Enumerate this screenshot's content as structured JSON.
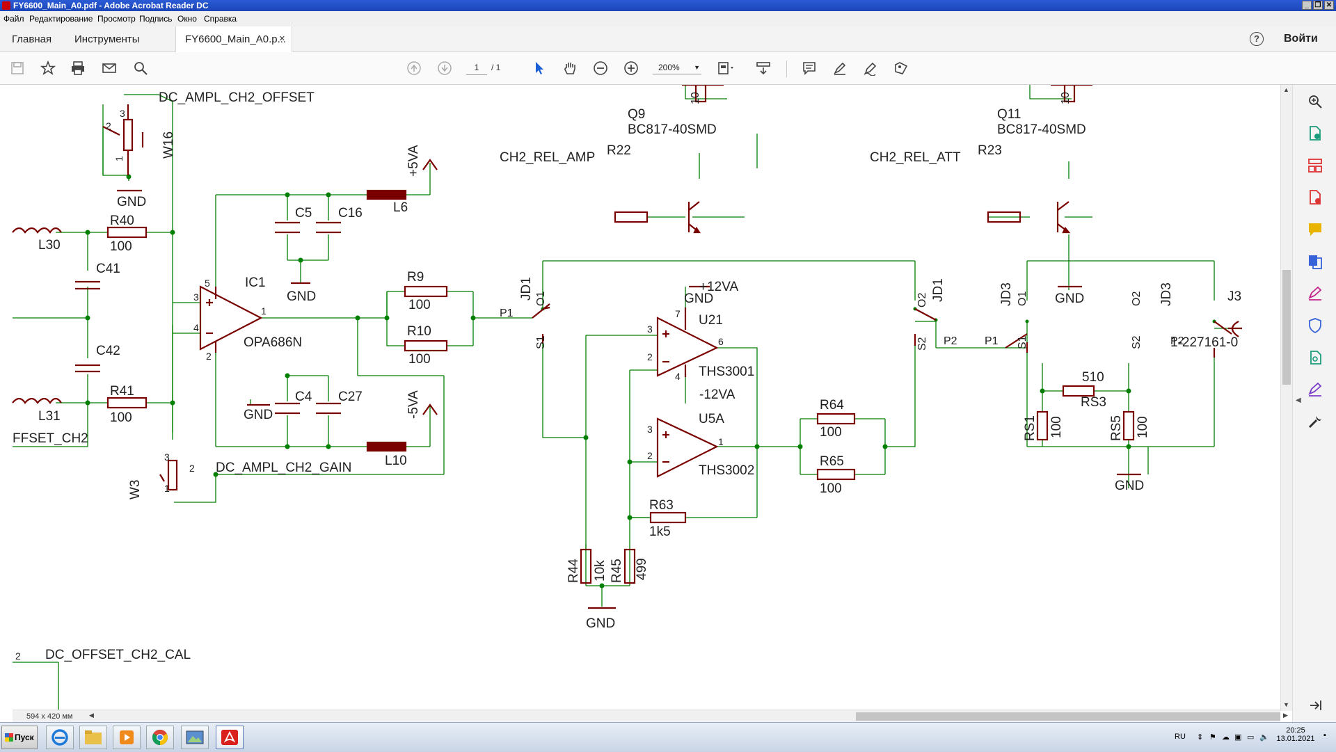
{
  "window": {
    "title": "FY6600_Main_A0.pdf - Adobe Acrobat Reader DC"
  },
  "menu": [
    "Файл",
    "Редактирование",
    "Просмотр",
    "Подпись",
    "Окно",
    "Справка"
  ],
  "tabs": {
    "home": "Главная",
    "tools": "Инструменты",
    "document": "FY6600_Main_A0.p...",
    "close": "×",
    "help": "?",
    "signin": "Войти"
  },
  "toolbar": {
    "page_current": "1",
    "page_total": "/ 1",
    "zoom": "200%"
  },
  "status": {
    "page_size": "594 x 420 мм"
  },
  "schematic": {
    "labels": {
      "dc_ampl_ch2_offset": "DC_AMPL_CH2_OFFSET",
      "w16": "W16",
      "gnd": "GND",
      "r40": "R40",
      "r40_val": "100",
      "l30": "L30",
      "c41": "C41",
      "c42": "C42",
      "r41": "R41",
      "r41_val": "100",
      "l31": "L31",
      "offset_ch2": "FFSET_CH2",
      "w3": "W3",
      "dc_ampl_ch2_gain": "DC_AMPL_CH2_GAIN",
      "ic1": "IC1",
      "opa686n": "OPA686N",
      "c5": "C5",
      "c16": "C16",
      "l6": "L6",
      "plus5va": "+5VA",
      "c4": "C4",
      "c27": "C27",
      "l10": "L10",
      "minus5va": "-5VA",
      "r9": "R9",
      "r9_val": "100",
      "r10": "R10",
      "r10_val": "100",
      "jd1": "JD1",
      "o1": "O1",
      "o2": "O2",
      "s1": "S1",
      "s2": "S2",
      "p1": "P1",
      "p2": "P2",
      "plus12va": "+12VA",
      "minus12va": "-12VA",
      "u21": "U21",
      "ths3001": "THS3001",
      "u5a": "U5A",
      "ths3002": "THS3002",
      "r63": "R63",
      "r63_val": "1k5",
      "r44": "R44",
      "r44_val": "10k",
      "r45": "R45",
      "r45_val": "499",
      "r64": "R64",
      "r64_val": "100",
      "r65": "R65",
      "r65_val": "100",
      "q9": "Q9",
      "q11": "Q11",
      "bc817": "BC817-40SMD",
      "ch2_rel_amp": "CH2_REL_AMP",
      "ch2_rel_att": "CH2_REL_ATT",
      "r22": "R22",
      "r23": "R23",
      "ten": "10",
      "jd3": "JD3",
      "rs3": "RS3",
      "rs3_val": "510",
      "rs1": "RS1",
      "rs1_val": "100",
      "rs5": "RS5",
      "rs5_val": "100",
      "j3": "J3",
      "j3_part": "1-227161-0",
      "dc_offset_ch2_cal": "DC_OFFSET_CH2_CAL"
    },
    "pins": [
      "1",
      "2",
      "3",
      "4",
      "5",
      "6",
      "7"
    ]
  },
  "taskbar": {
    "start": "Пуск",
    "lang": "RU",
    "time": "20:25",
    "date": "13.01.2021"
  }
}
